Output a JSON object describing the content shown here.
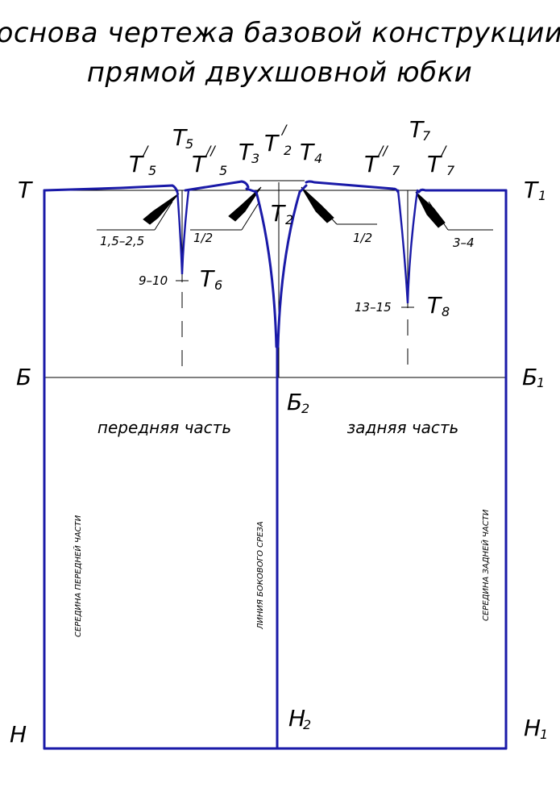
{
  "title": {
    "line1": "основа чертежа базовой конструкции",
    "line2": "прямой двухшовной юбки"
  },
  "points": {
    "T": "Т",
    "T1": {
      "main": "Т",
      "sub": "1"
    },
    "T2": {
      "main": "Т",
      "sub": "2"
    },
    "T2p": {
      "main": "Т",
      "sup": "/",
      "sub": "2"
    },
    "T3": {
      "main": "Т",
      "sub": "3"
    },
    "T4": {
      "main": "Т",
      "sub": "4"
    },
    "T5": {
      "main": "Т",
      "sub": "5"
    },
    "T5p": {
      "main": "Т",
      "sup": "/",
      "sub": "5"
    },
    "T5pp": {
      "main": "Т",
      "sup": "//",
      "sub": "5"
    },
    "T6": {
      "main": "Т",
      "sub": "6"
    },
    "T7": {
      "main": "Т",
      "sub": "7"
    },
    "T7p": {
      "main": "Т",
      "sup": "/",
      "sub": "7"
    },
    "T7pp": {
      "main": "Т",
      "sup": "//",
      "sub": "7"
    },
    "T8": {
      "main": "Т",
      "sub": "8"
    },
    "B": "Б",
    "B1": {
      "main": "Б",
      "sub": "1"
    },
    "B2": {
      "main": "Б",
      "sub": "2"
    },
    "H": "Н",
    "H1": {
      "main": "Н",
      "sub": "1"
    },
    "H2": {
      "main": "Н",
      "sub": "2"
    }
  },
  "dimensions": {
    "d1": "1,5–2,5",
    "d2": "1/2",
    "d3": "1/2",
    "d4": "3–4",
    "d5": "9–10",
    "d6": "13–15"
  },
  "parts": {
    "front": "передняя часть",
    "back": "задняя часть"
  },
  "vertical_labels": {
    "front_center": "СЕРЕДИНА ПЕРЕДНЕЙ ЧАСТИ",
    "side_seam": "ЛИНИЯ БОКОВОГО СРЕЗА",
    "back_center": "СЕРЕДИНА ЗАДНЕЙ ЧАСТИ"
  },
  "colors": {
    "outline": "#1a1aa8",
    "construction": "#000000"
  }
}
